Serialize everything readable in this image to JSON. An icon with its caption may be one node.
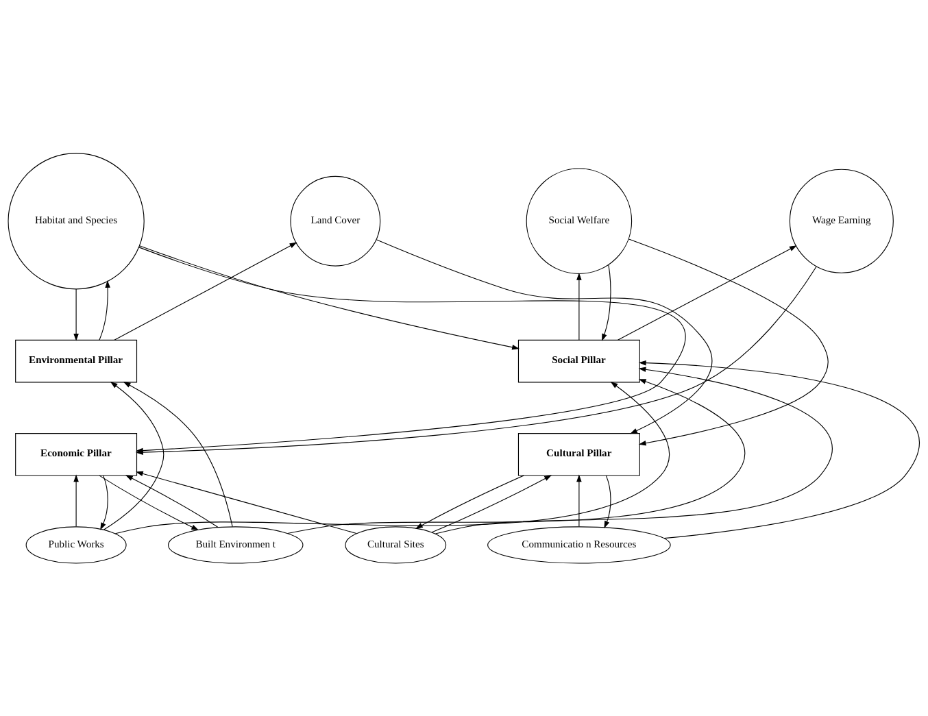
{
  "diagram": {
    "nodes": [
      {
        "text": [
          "Habitat and Species"
        ]
      },
      {
        "text": [
          "Land Cover"
        ]
      },
      {
        "text": [
          "Wage Earning"
        ]
      },
      {
        "text": [
          "Social Welfare"
        ]
      },
      {
        "text": [
          "Environmental Pillar"
        ]
      },
      {
        "text": [
          "Social Pillar"
        ]
      },
      {
        "text": [
          "Economic Pillar"
        ]
      },
      {
        "text": [
          "Cultural Pillar"
        ]
      },
      {
        "text": [
          "Public Works"
        ]
      },
      {
        "text": [
          "Built Environmen t"
        ]
      },
      {
        "text": [
          "Cultural Sites"
        ]
      },
      {
        "text": [
          "Communicatio n Resources"
        ]
      }
    ],
    "edges": [
      {
        "from": 0,
        "to": 4,
        "arrow": "to"
      },
      {
        "from": 4,
        "to": 0,
        "arrow": "to"
      },
      {
        "from": 4,
        "to": 1,
        "arrow": "to"
      },
      {
        "from": 0,
        "to": 5,
        "arrow": "to"
      },
      {
        "from": 0,
        "to": 6,
        "arrow": "to"
      },
      {
        "from": 1,
        "to": 7,
        "arrow": "to"
      },
      {
        "from": 2,
        "to": 6,
        "arrow": "to"
      },
      {
        "from": 5,
        "to": 2,
        "arrow": "to"
      },
      {
        "from": 5,
        "to": 3,
        "arrow": "to"
      },
      {
        "from": 3,
        "to": 5,
        "arrow": "to"
      },
      {
        "from": 3,
        "to": 7,
        "arrow": "to"
      },
      {
        "from": 8,
        "to": 4,
        "arrow": "to"
      },
      {
        "from": 8,
        "to": 6,
        "arrow": "to"
      },
      {
        "from": 6,
        "to": 8,
        "arrow": "to"
      },
      {
        "from": 8,
        "to": 5,
        "arrow": "to"
      },
      {
        "from": 9,
        "to": 6,
        "arrow": "to"
      },
      {
        "from": 6,
        "to": 9,
        "arrow": "to"
      },
      {
        "from": 9,
        "to": 4,
        "arrow": "to"
      },
      {
        "from": 9,
        "to": 5,
        "arrow": "to"
      },
      {
        "from": 10,
        "to": 6,
        "arrow": "to"
      },
      {
        "from": 10,
        "to": 5,
        "arrow": "to"
      },
      {
        "from": 10,
        "to": 7,
        "arrow": "to"
      },
      {
        "from": 7,
        "to": 10,
        "arrow": "to"
      },
      {
        "from": 11,
        "to": 7,
        "arrow": "to"
      },
      {
        "from": 7,
        "to": 11,
        "arrow": "to"
      },
      {
        "from": 11,
        "to": 5,
        "arrow": "to"
      }
    ]
  }
}
